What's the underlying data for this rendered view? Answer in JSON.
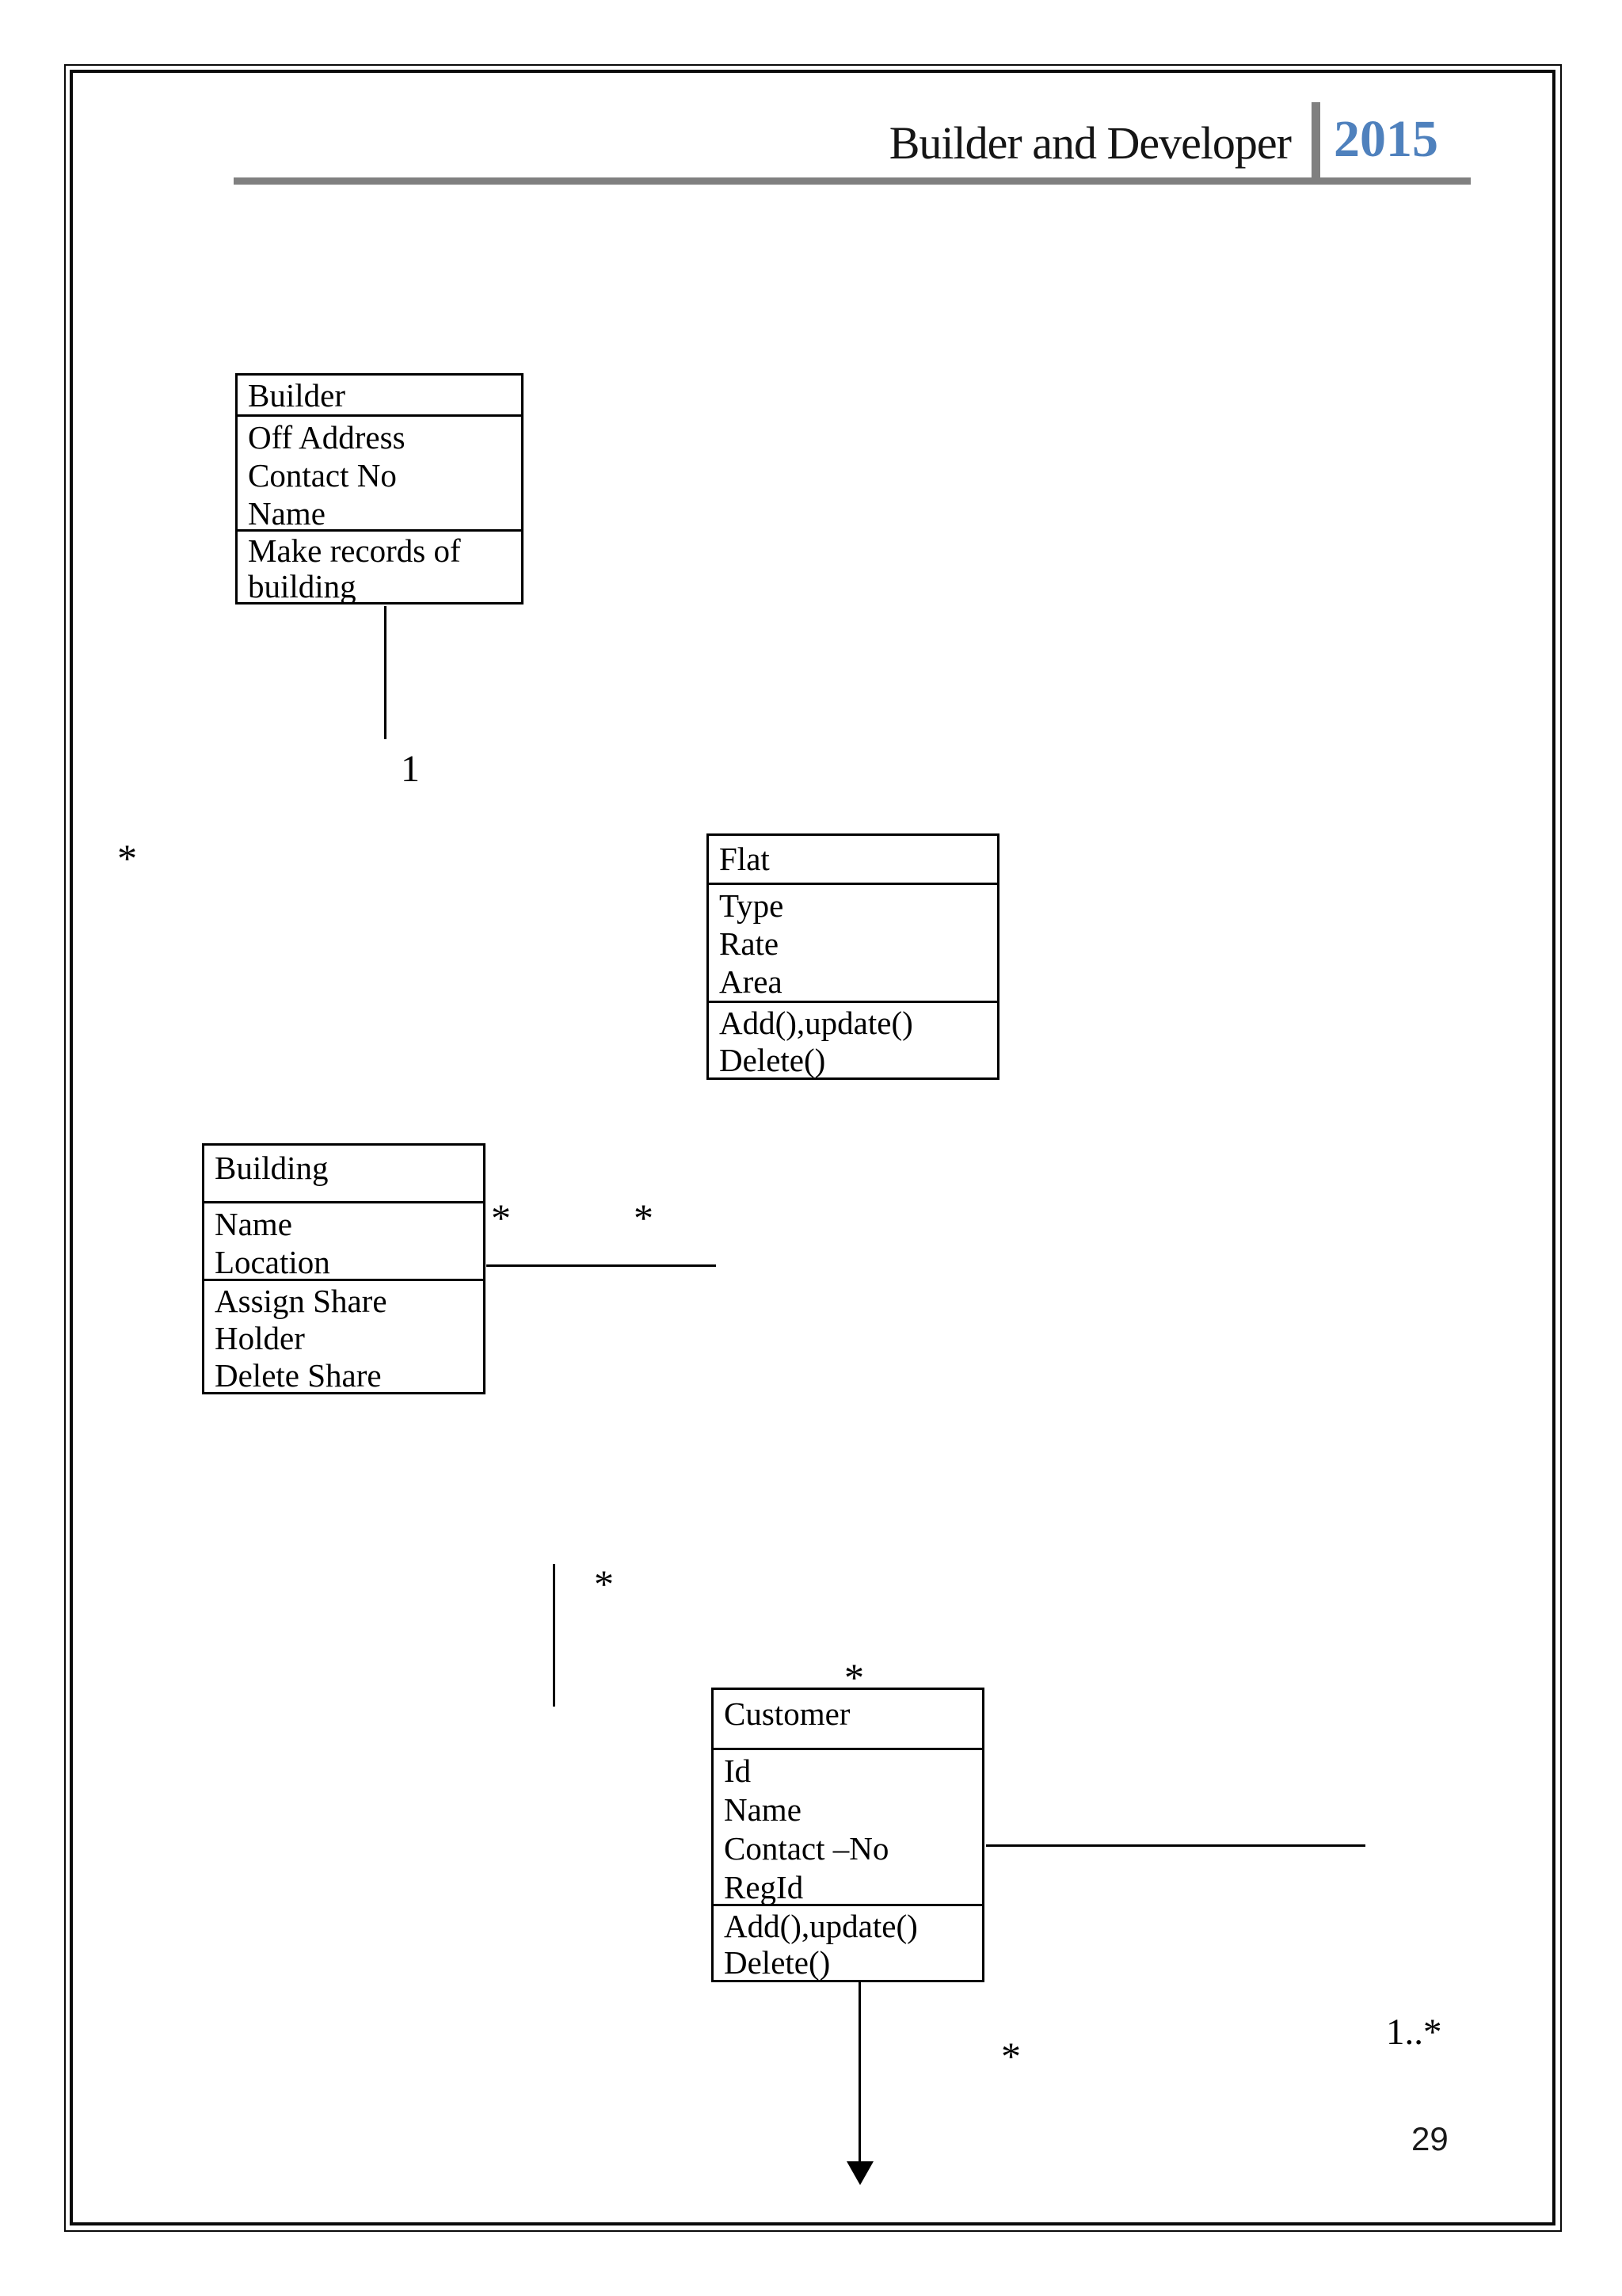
{
  "header": {
    "title": "Builder and Developer",
    "year": "2015"
  },
  "diagram": {
    "classes": {
      "builder": {
        "name": "Builder",
        "attributes": [
          "Off Address",
          "Contact No",
          "Name"
        ],
        "operations": [
          "Make records of",
          "building"
        ]
      },
      "flat": {
        "name": "Flat",
        "attributes": [
          "Type",
          "Rate",
          "Area"
        ],
        "operations": [
          "Add(),update()",
          "Delete()"
        ]
      },
      "building": {
        "name": "Building",
        "attributes": [
          "Name",
          "Location"
        ],
        "operations": [
          "Assign Share",
          "Holder",
          "Delete Share"
        ]
      },
      "customer": {
        "name": "Customer",
        "attributes": [
          "Id",
          "Name",
          "Contact –No",
          "RegId"
        ],
        "operations": [
          "Add(),update()",
          "Delete()"
        ]
      }
    },
    "multiplicities": {
      "builder_one": "1",
      "left_many": "*",
      "building_many_left": "*",
      "building_many_right": "*",
      "mid_many": "*",
      "customer_top_many": "*",
      "bottom_many": "*",
      "one_to_many": "1..*"
    }
  },
  "footer": {
    "page_number": "29"
  },
  "colors": {
    "accent_blue": "#4f81bd",
    "rule_gray": "#808080",
    "ink": "#000000"
  }
}
